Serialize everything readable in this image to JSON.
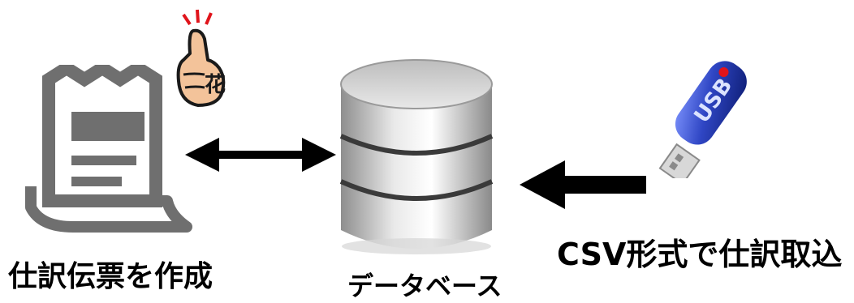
{
  "labels": {
    "voucher": "仕訳伝票を作成",
    "database": "データベース",
    "csv_import": "CSV形式で仕訳取込"
  },
  "usb": {
    "text": "USB"
  },
  "thumb": {
    "stamp_char": "花"
  },
  "colors": {
    "document_gray": "#6f6f6f",
    "usb_blue": "#2f46c4",
    "arrow_black": "#000000",
    "accent_red": "#e0141b",
    "thumb_skin": "#f3c39a"
  }
}
